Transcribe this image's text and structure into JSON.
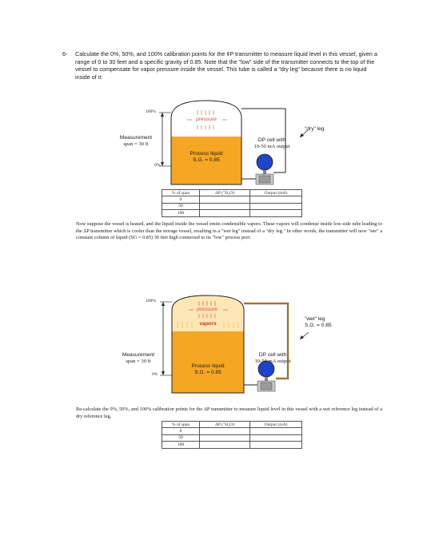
{
  "question": {
    "number": "6-",
    "text": "Calculate the 0%, 50%, and 100% calibration points for the ¢P transmitter to measure liquid level in this vessel, given a range of 0 to 30 feet and a specific gravity of 0.85. Note that the \"low\" side of the transmitter connects to the top of the vessel to compensate for vapor pressure inside the vessel. This tube is called a \"dry leg\" because there is no liquid inside of it:"
  },
  "diagram1": {
    "pct_100": "100%",
    "pct_0": "0%",
    "measurement_line1": "Measurement",
    "measurement_line2": "span = 30 ft",
    "pressure": "pressure",
    "liquid_line1": "Process liquid",
    "liquid_line2": "S.G. = 0.85",
    "dp_line1": "DP cell with",
    "dp_line2": "10-50 mA output",
    "leg_label": "\"dry\" leg"
  },
  "table_headers": {
    "col1": "% of span",
    "col2": "ΔP (\"H₂O)",
    "col3": "Output (mA)"
  },
  "table1": {
    "rows": [
      {
        "pct": "0",
        "dp": "",
        "out": ""
      },
      {
        "pct": "50",
        "dp": "",
        "out": ""
      },
      {
        "pct": "100",
        "dp": "",
        "out": ""
      }
    ]
  },
  "paragraph1": "Now suppose the vessel is heated, and the liquid inside the vessel emits condensible vapors. These vapors will condense inside low-side tube leading to the ΔP transmitter which is cooler than the storage vessel, resulting in a \"wet leg\" instead of a \"dry leg.\" In other words, the transmitter will now \"see\" a constant column of liquid (SG = 0.85) 30 feet high connected to its \"low\" process port:",
  "diagram2": {
    "pct_100": "100%",
    "pct_0": "0%",
    "measurement_line1": "Measurement",
    "measurement_line2": "span = 30 ft",
    "pressure": "pressure",
    "vapors": "vapors",
    "liquid_line1": "Process liquid",
    "liquid_line2": "S.G. = 0.85",
    "dp_line1": "DP cell with",
    "dp_line2": "10-50 mA output",
    "leg_line1": "\"wet\" leg",
    "leg_line2": "S.G. = 0.85"
  },
  "paragraph2": "Re-calculate the 0%, 50%, and 100% calibration points for the ΔP transmitter to measure liquid level in this vessel with a wet reference leg instead of a dry reference leg.",
  "table2": {
    "rows": [
      {
        "pct": "0",
        "dp": "",
        "out": ""
      },
      {
        "pct": "50",
        "dp": "",
        "out": ""
      },
      {
        "pct": "100",
        "dp": "",
        "out": ""
      }
    ]
  },
  "colors": {
    "liquid": "#f5a623",
    "vapor": "#fde7b4",
    "pressure": "#d64a4a",
    "transmitter": "#1e44c8",
    "outline": "#222222"
  }
}
